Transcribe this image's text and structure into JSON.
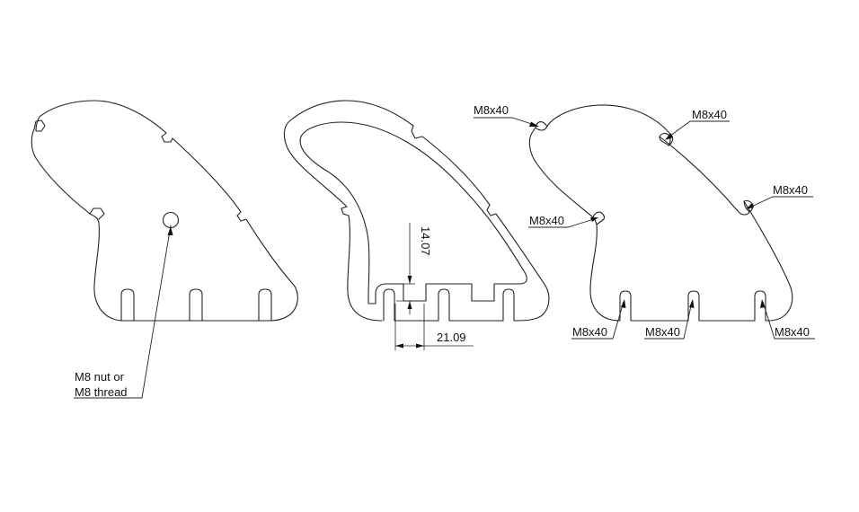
{
  "annotations": {
    "nut_label_line1": "M8 nut or",
    "nut_label_line2": "M8 thread",
    "dim_height": "14.07",
    "dim_width": "21.09",
    "bolt_labels": [
      "M8x40",
      "M8x40",
      "M8x40",
      "M8x40",
      "M8x40",
      "M8x40",
      "M8x40"
    ]
  },
  "colors": {
    "line": "#222222",
    "background": "#ffffff"
  }
}
